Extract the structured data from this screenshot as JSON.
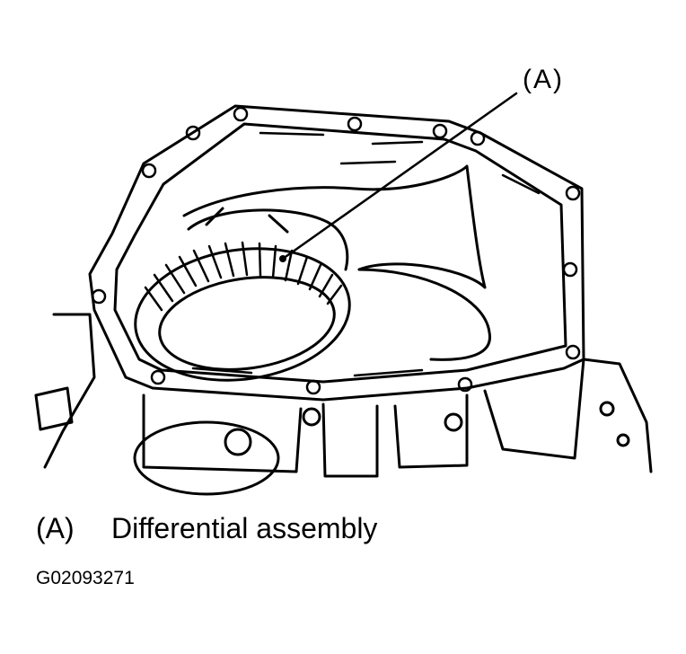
{
  "diagram": {
    "callout_label": "(A)",
    "legend": [
      {
        "key": "(A)",
        "text": "Differential assembly"
      }
    ],
    "figure_id": "G02093271"
  }
}
